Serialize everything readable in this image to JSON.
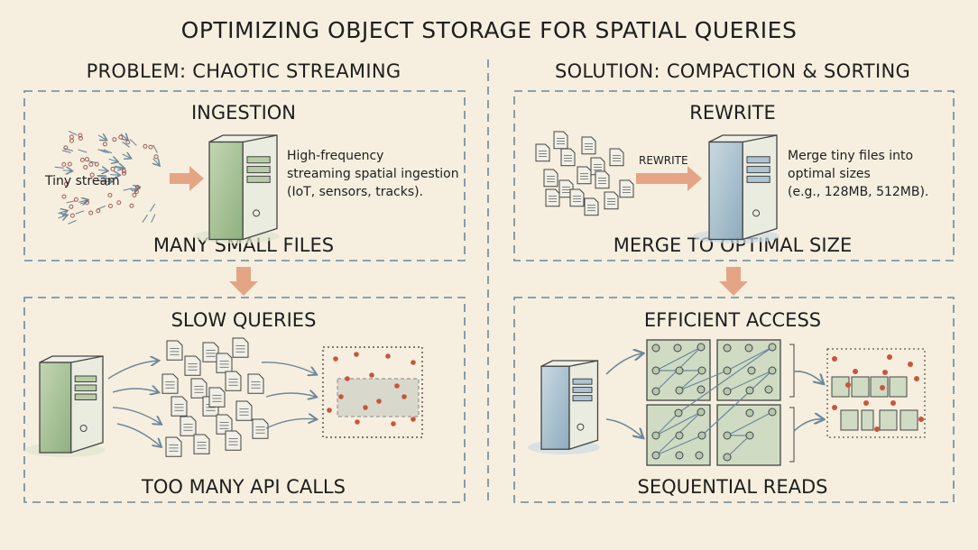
{
  "title": "OPTIMIZING OBJECT STORAGE FOR SPATIAL QUERIES",
  "problem": {
    "header": "PROBLEM: CHAOTIC STREAMING",
    "ingestion": {
      "title": "INGESTION",
      "stream_label": "Tiny stream",
      "description": [
        "High-frequency",
        "streaming spatial ingestion",
        "(IoT, sensors, tracks)."
      ],
      "footer": "MANY SMALL FILES"
    },
    "queries": {
      "title": "SLOW QUERIES",
      "footer": "TOO MANY API CALLS"
    }
  },
  "solution": {
    "header": "SOLUTION: COMPACTION & SORTING",
    "rewrite": {
      "title": "REWRITE",
      "arrow_label": "REWRITE",
      "description": [
        "Merge tiny files into",
        "optimal sizes",
        "(e.g., 128MB, 512MB)."
      ],
      "footer": "MERGE TO OPTIMAL SIZE"
    },
    "access": {
      "title": "EFFICIENT ACCESS",
      "footer": "SEQUENTIAL READS"
    }
  },
  "colors": {
    "background": "#f6efdf",
    "dash": "#6d8799",
    "arrow": "#e4a585",
    "green": "#a9c49a",
    "blue": "#a9c2d2",
    "dot": "#c8553d"
  }
}
